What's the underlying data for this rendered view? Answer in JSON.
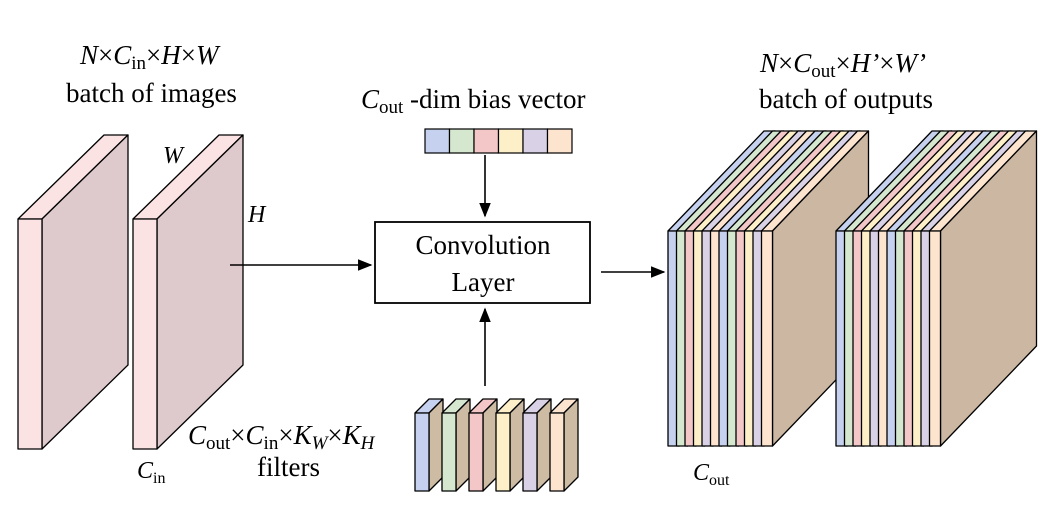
{
  "input": {
    "shape_N": "N",
    "shape_times": "×",
    "shape_C": "C",
    "shape_C_sub": "in",
    "shape_H": "H",
    "shape_W": "W",
    "caption": "batch of images",
    "dim_W": "W",
    "dim_H": "H",
    "channel_C": "C",
    "channel_sub": "in",
    "face_color": "#fbe3e4",
    "side_color": "#decacd"
  },
  "bias": {
    "label_C": "C",
    "label_sub": "out",
    "label_text": " -dim bias vector",
    "cell_colors": [
      "#c5d1ee",
      "#d5e8cf",
      "#f3c7c8",
      "#fdf0c9",
      "#d9d2e6",
      "#fde4cf"
    ]
  },
  "layer": {
    "line1": "Convolution",
    "line2": "Layer"
  },
  "filters": {
    "shape_C": "C",
    "shape_C_sub": "out",
    "shape_times": "×",
    "shape_Cin": "C",
    "shape_Cin_sub": "in",
    "shape_K": "K",
    "shape_KW_sub": "W",
    "shape_KH_sub": "H",
    "caption": "filters",
    "colors": [
      "#c5d1ee",
      "#d5e8cf",
      "#f3c7c8",
      "#fdf0c9",
      "#d9d2e6",
      "#fde4cf"
    ],
    "side_color": "#cdbba3"
  },
  "output": {
    "shape_N": "N",
    "shape_times": "×",
    "shape_C": "C",
    "shape_C_sub": "out",
    "shape_H": "H’",
    "shape_W": "W’",
    "caption": "batch of outputs",
    "channel_C": "C",
    "channel_sub": "out",
    "colors": [
      "#c5d1ee",
      "#d5e8cf",
      "#f3c7c8",
      "#fdf0c9",
      "#d9d2e6",
      "#fde4cf"
    ],
    "side_color": "#cbb7a2"
  }
}
